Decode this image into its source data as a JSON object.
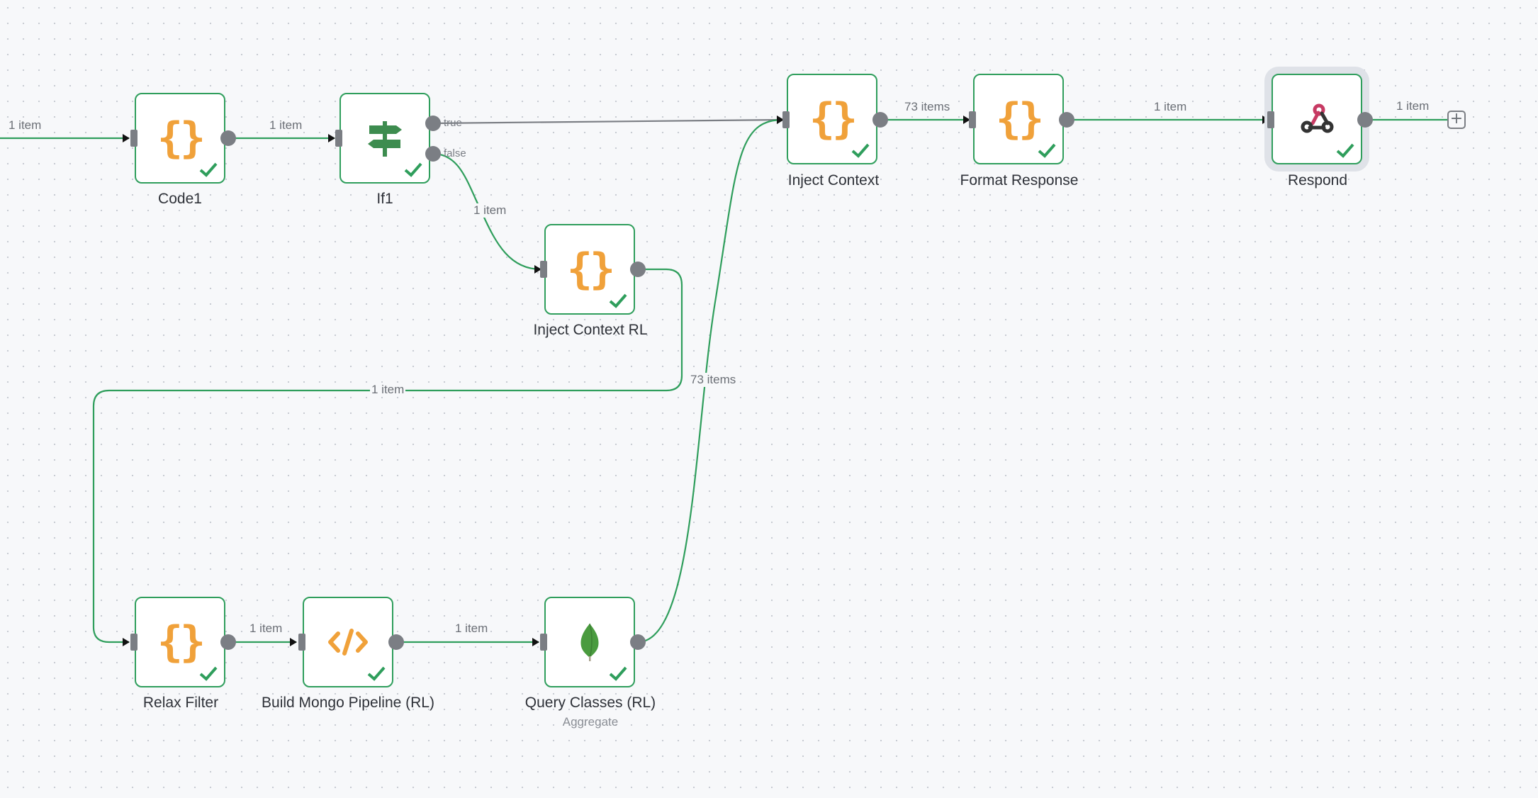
{
  "nodes": {
    "code1": {
      "name": "Code1",
      "icon": "code-braces-icon"
    },
    "if1": {
      "name": "If1",
      "icon": "signpost-icon",
      "true_label": "true",
      "false_label": "false"
    },
    "inject_context_rl": {
      "name": "Inject Context RL",
      "icon": "code-braces-icon"
    },
    "inject_context": {
      "name": "Inject Context",
      "icon": "code-braces-icon"
    },
    "format_response": {
      "name": "Format Response",
      "icon": "code-braces-icon"
    },
    "respond": {
      "name": "Respond",
      "icon": "webhook-icon"
    },
    "relax_filter": {
      "name": "Relax Filter",
      "icon": "code-braces-icon"
    },
    "build_mongo": {
      "name": "Build Mongo Pipeline (RL)",
      "icon": "code-tag-icon"
    },
    "query_classes": {
      "name": "Query Classes (RL)",
      "subtitle": "Aggregate",
      "icon": "mongodb-leaf-icon"
    }
  },
  "edges": {
    "trigger_to_code1": "1 item",
    "code1_to_if1": "1 item",
    "if1_false_to_inject_rl": "1 item",
    "inject_rl_to_relax": "1 item",
    "relax_to_build": "1 item",
    "build_to_query": "1 item",
    "query_to_inject_context": "73 items",
    "inject_to_format": "73 items",
    "format_to_respond": "1 item",
    "respond_out": "1 item"
  },
  "add_button": {
    "symbol": "+"
  },
  "colors": {
    "success_green": "#2f9e5c",
    "code_orange": "#f0a13a",
    "port_gray": "#7b7e84",
    "edge_gray": "#7b7e84"
  }
}
